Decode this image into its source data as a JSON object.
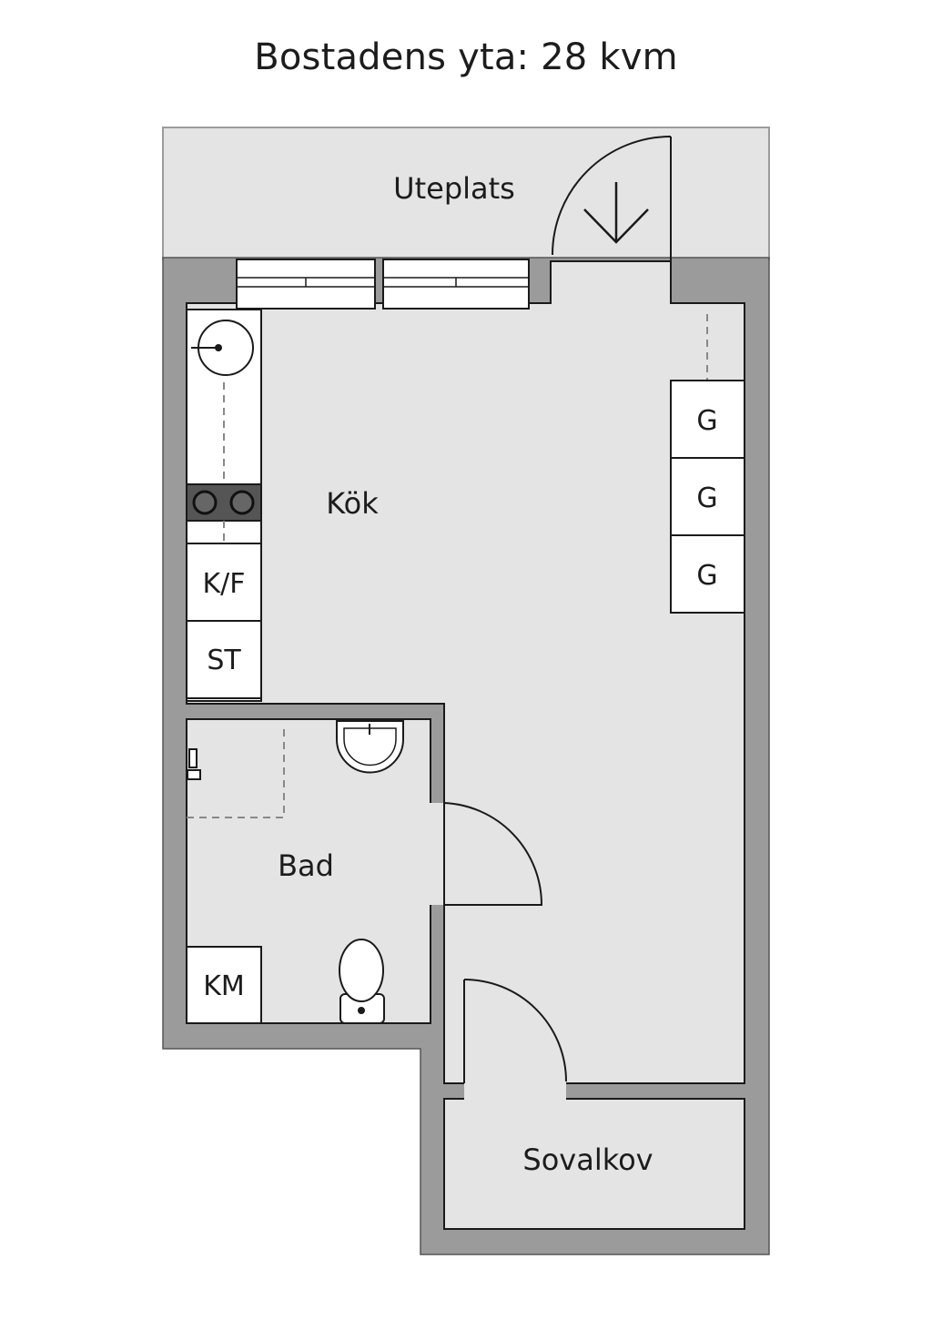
{
  "title": "Bostadens yta: 28 kvm",
  "rooms": {
    "patio": "Uteplats",
    "kitchen": "Kök",
    "bathroom": "Bad",
    "sleeping_alcove": "Sovalkov"
  },
  "appliances": {
    "fridge_freezer": "K/F",
    "dishwasher": "ST",
    "washing_machine": "KM",
    "wardrobes": [
      "G",
      "G",
      "G"
    ]
  },
  "colors": {
    "wall": "#9b9b9b",
    "floor": "#e4e4e4",
    "outline": "#1a1a1a"
  }
}
